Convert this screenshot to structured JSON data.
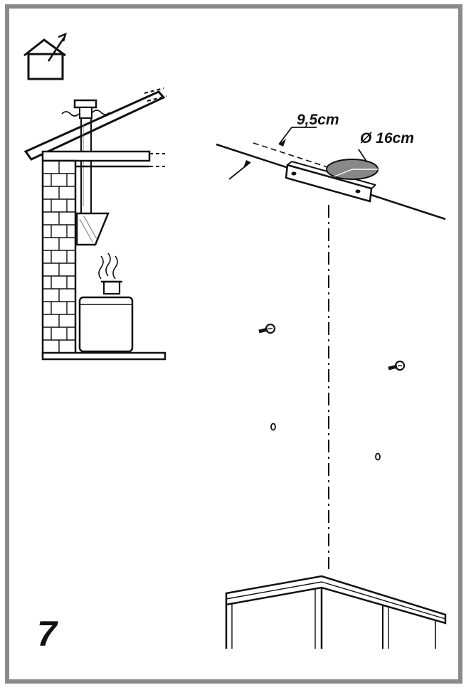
{
  "step": {
    "number": "7"
  },
  "dimensions": {
    "offset_label": "9,5cm",
    "diameter_label": "Ø 16cm"
  },
  "icons": {
    "header_icon": "ducted-outside-vent-house-icon"
  },
  "colors": {
    "frame": "#8a8a8a",
    "ink": "#111111",
    "shade": "#888888"
  }
}
